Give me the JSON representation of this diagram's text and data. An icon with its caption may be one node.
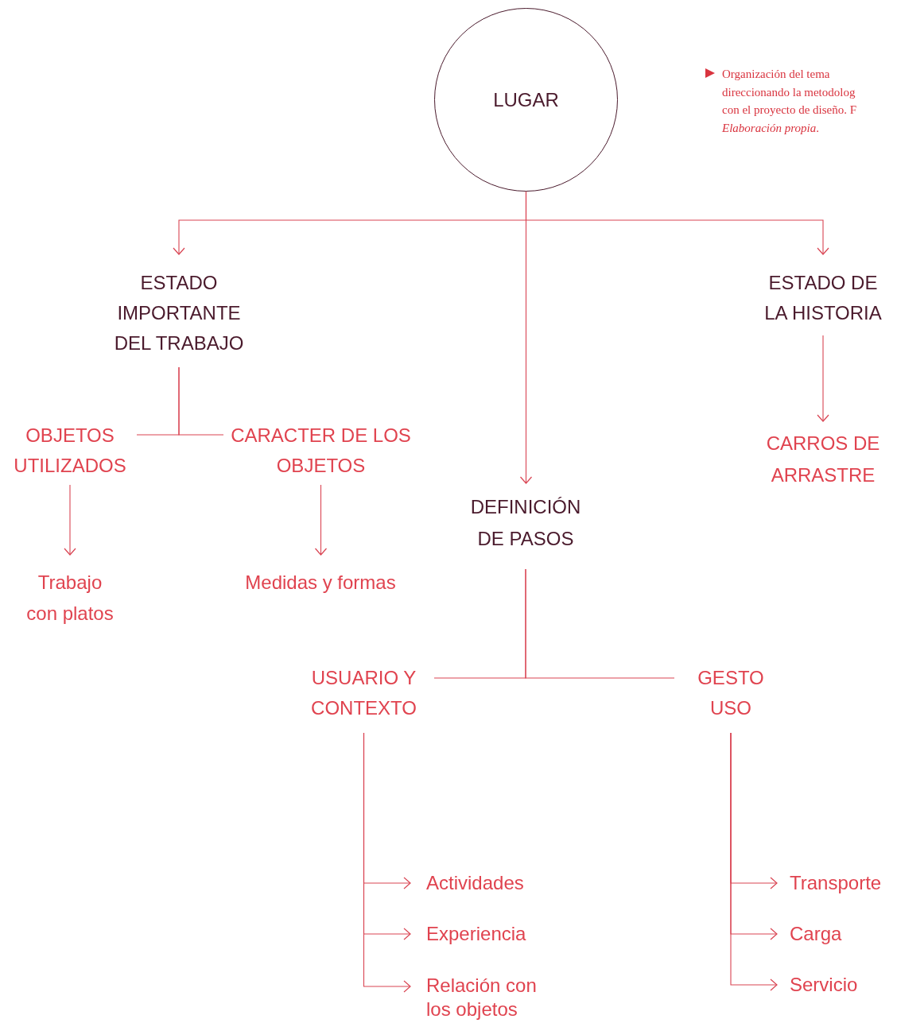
{
  "diagram": {
    "caption": "Organización del tema direccionando la metodolog con el proyecto de diseño. F *Elaboración propia*.",
    "nodes": [
      {
        "text": [
          "LUGAR"
        ]
      },
      {
        "text": [
          "ESTADO IMPORTANTE DEL TRABAJO"
        ]
      },
      {
        "text": [
          "DEFINICIÓN DE PASOS"
        ]
      },
      {
        "text": [
          "ESTADO DE LA HISTORIA"
        ]
      },
      {
        "text": [
          "OBJETOS UTILIZADOS"
        ]
      },
      {
        "text": [
          "CARACTER DE LOS OBJETOS"
        ]
      },
      {
        "text": [
          "Trabajo con platos"
        ]
      },
      {
        "text": [
          "Medidas y formas"
        ]
      },
      {
        "text": [
          "CARROS DE ARRASTRE"
        ]
      },
      {
        "text": [
          "USUARIO Y CONTEXTO"
        ]
      },
      {
        "text": [
          "GESTO USO"
        ]
      },
      {
        "text": [
          "Actividades"
        ]
      },
      {
        "text": [
          "Experiencia"
        ]
      },
      {
        "text": [
          "Relación con los objetos"
        ]
      },
      {
        "text": [
          "Transporte"
        ]
      },
      {
        "text": [
          "Carga"
        ]
      },
      {
        "text": [
          "Servicio"
        ]
      }
    ],
    "edges": [
      {
        "from": 0,
        "to": 1,
        "arrow": "to"
      },
      {
        "from": 0,
        "to": 2,
        "arrow": "to"
      },
      {
        "from": 0,
        "to": 3,
        "arrow": "to"
      },
      {
        "from": 1,
        "to": 4,
        "arrow": "none"
      },
      {
        "from": 1,
        "to": 5,
        "arrow": "none"
      },
      {
        "from": 4,
        "to": 6,
        "arrow": "to"
      },
      {
        "from": 5,
        "to": 7,
        "arrow": "to"
      },
      {
        "from": 3,
        "to": 8,
        "arrow": "to"
      },
      {
        "from": 2,
        "to": 9,
        "arrow": "none"
      },
      {
        "from": 2,
        "to": 10,
        "arrow": "none"
      },
      {
        "from": 9,
        "to": 11,
        "arrow": "to"
      },
      {
        "from": 9,
        "to": 12,
        "arrow": "to"
      },
      {
        "from": 9,
        "to": 13,
        "arrow": "to"
      },
      {
        "from": 10,
        "to": 14,
        "arrow": "to"
      },
      {
        "from": 10,
        "to": 15,
        "arrow": "to"
      },
      {
        "from": 10,
        "to": 16,
        "arrow": "to"
      }
    ]
  }
}
